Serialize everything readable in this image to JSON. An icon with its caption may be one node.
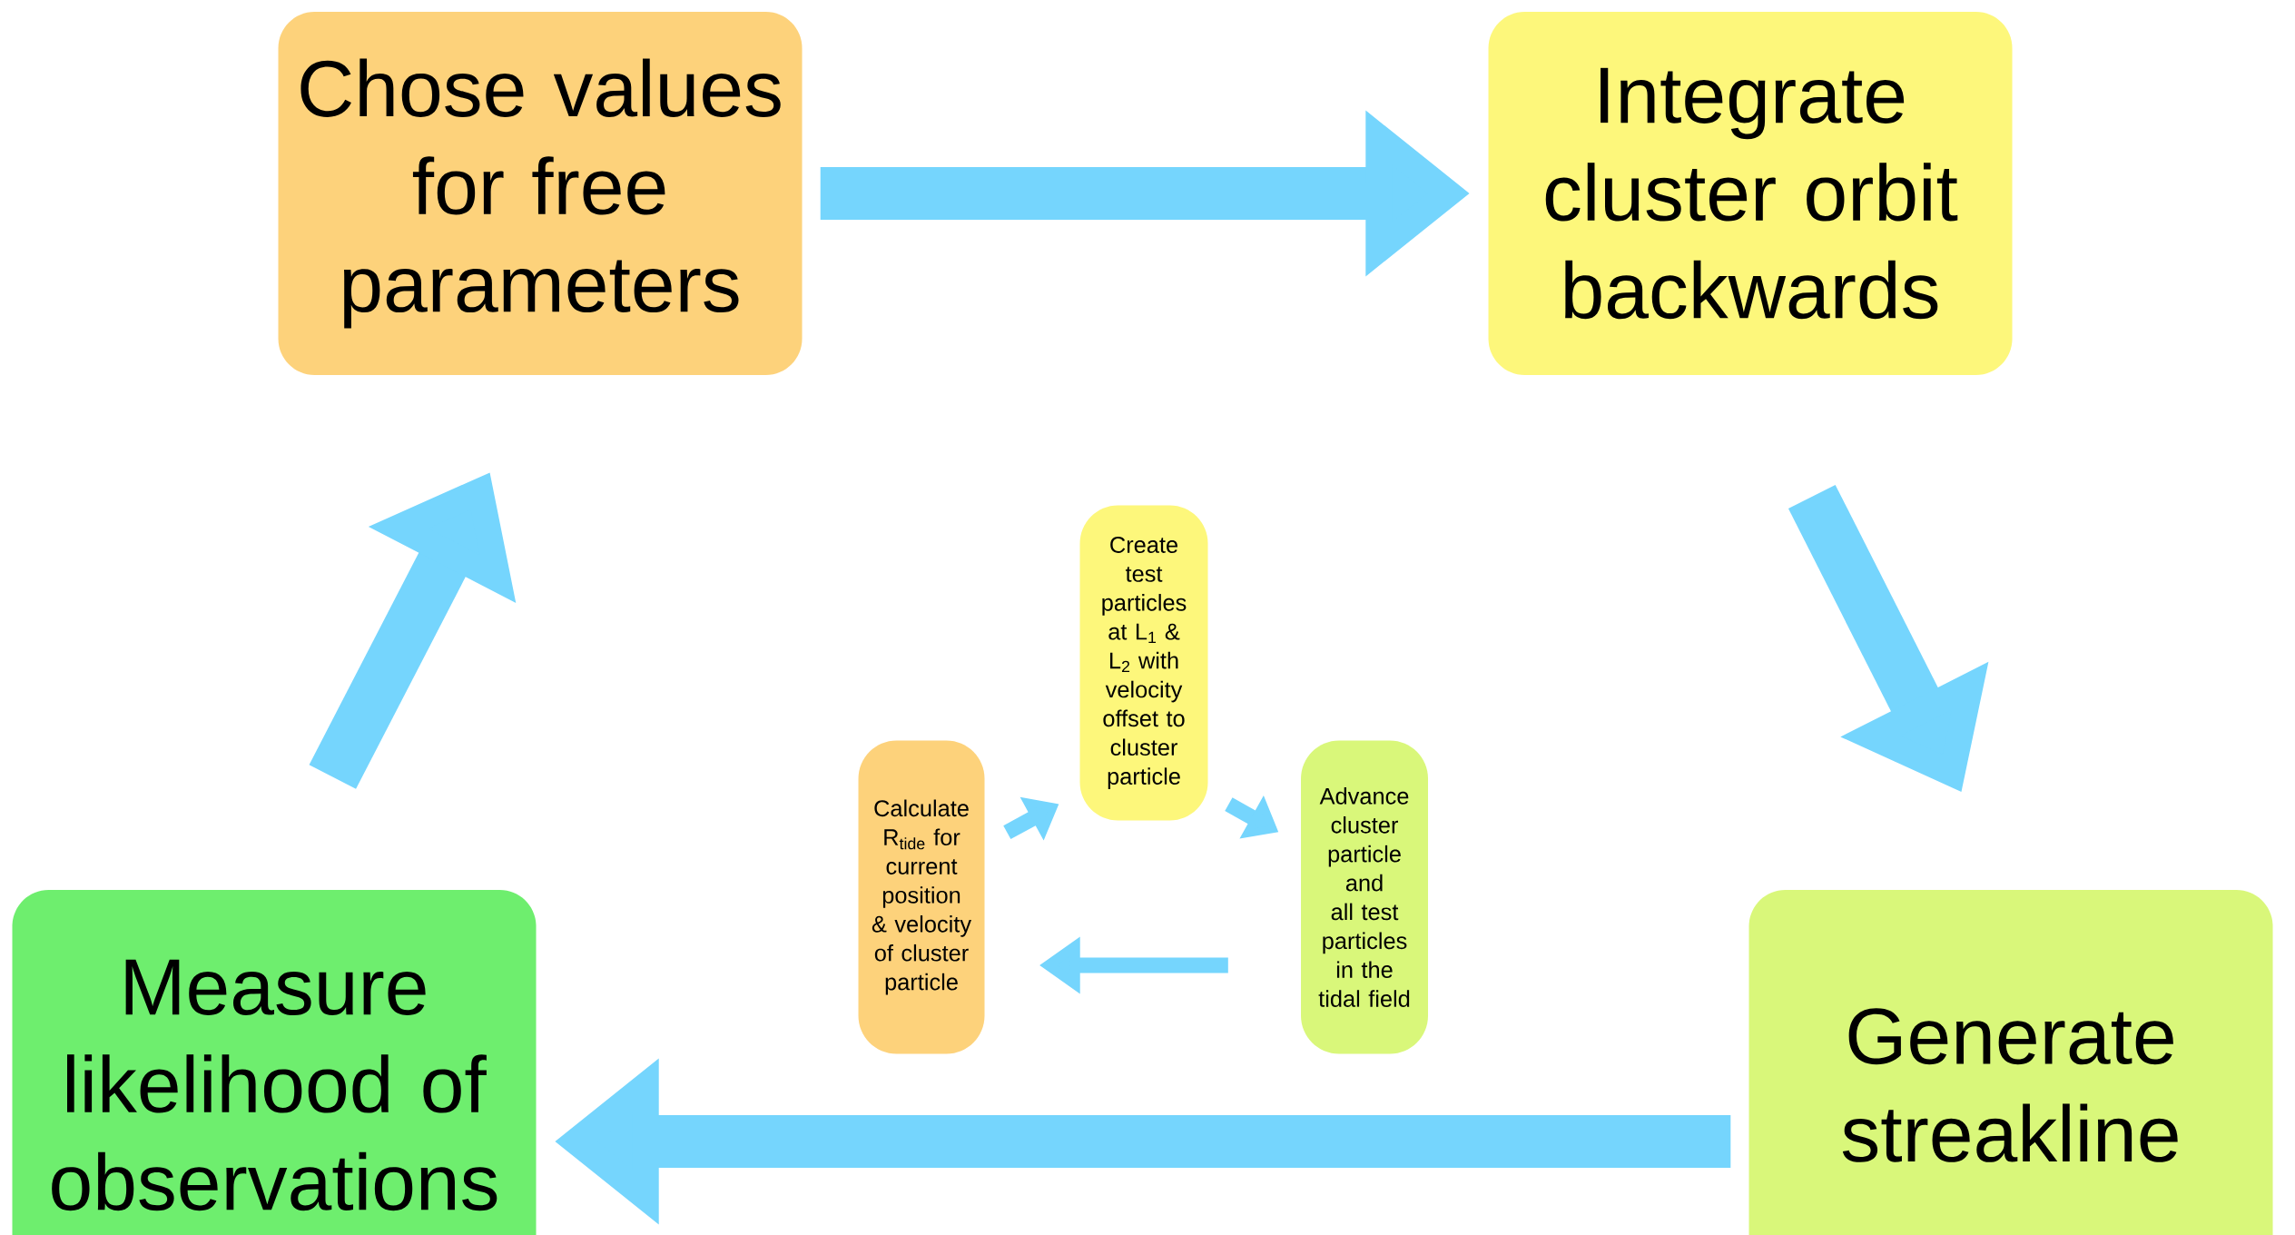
{
  "diagram": {
    "nodes": [
      {
        "text": [
          "Chose values for free parameters"
        ]
      },
      {
        "text": [
          "Integrate cluster orbit backwards"
        ]
      },
      {
        "text": [
          "Generate streakline"
        ]
      },
      {
        "text": [
          "Measure likelihood of observations"
        ]
      },
      {
        "text": [
          "Calculate R$_{tide}$ for current position & velocity of cluster particle"
        ]
      },
      {
        "text": [
          "Create test particles at L$_{1}$ & L$_{2}$ with velocity offset to cluster particle"
        ]
      },
      {
        "text": [
          "Advance cluster particle and all test particles in the tidal field"
        ]
      }
    ],
    "edges": [
      {
        "from": 0,
        "to": 1,
        "arrow": "to"
      },
      {
        "from": 1,
        "to": 2,
        "arrow": "to"
      },
      {
        "from": 2,
        "to": 3,
        "arrow": "to"
      },
      {
        "from": 3,
        "to": 0,
        "arrow": "to"
      },
      {
        "from": 4,
        "to": 5,
        "arrow": "to"
      },
      {
        "from": 5,
        "to": 6,
        "arrow": "to"
      },
      {
        "from": 6,
        "to": 4,
        "arrow": "to"
      }
    ]
  }
}
